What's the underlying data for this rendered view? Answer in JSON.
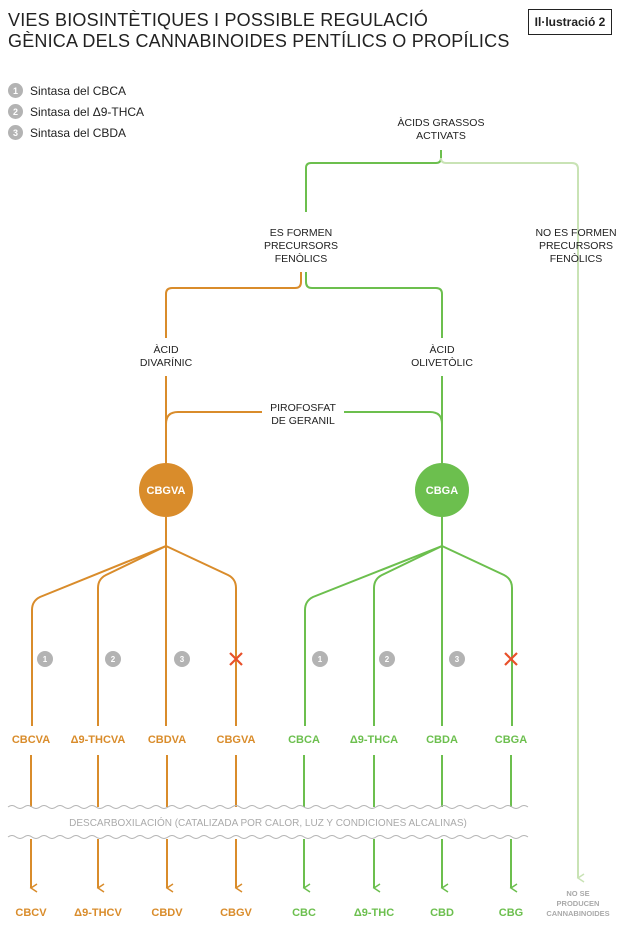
{
  "title_line1": "VIES BIOSINTÈTIQUES I POSSIBLE REGULACIÓ",
  "title_line2": "GÈNICA DELS CANNABINOIDES PENTÍLICS O PROPÍLICS",
  "badge": "Il·lustració 2",
  "legend": [
    {
      "num": "1",
      "label": "Sintasa del CBCA"
    },
    {
      "num": "2",
      "label": "Sintasa del Δ9-THCA"
    },
    {
      "num": "3",
      "label": "Sintasa del CBDA"
    }
  ],
  "colors": {
    "orange": "#d98c2b",
    "green": "#6cbf4e",
    "lightgreen": "#c9e3b5",
    "grey": "#b3b3b3",
    "cross": "#e8502a"
  },
  "nodes": {
    "fatty_acids": [
      "ÀCIDS GRASSOS",
      "ACTIVATS"
    ],
    "phenolic_yes": [
      "ES FORMEN",
      "PRECURSORS",
      "FENÒLICS"
    ],
    "phenolic_no": [
      "NO ES FORMEN",
      "PRECURSORS",
      "FENÒLICS"
    ],
    "divarinic": [
      "ÀCID",
      "DIVARÍNIC"
    ],
    "olivetolic": [
      "ÀCID",
      "OLIVETÒLIC"
    ],
    "geranyl": [
      "PIROFOSFAT",
      "DE GERANIL"
    ],
    "cbgva": "CBGVA",
    "cbga": "CBGA"
  },
  "enzyme_markers": [
    "1",
    "2",
    "3"
  ],
  "acids_propyl": [
    "CBCVA",
    "Δ9-THCVA",
    "CBDVA",
    "CBGVA"
  ],
  "acids_pentyl": [
    "CBCA",
    "Δ9-THCA",
    "CBDA",
    "CBGA"
  ],
  "decarboxylation": "DESCARBOXILACIÓN (CATALIZADA POR CALOR, LUZ Y CONDICIONES ALCALINAS)",
  "neutral_propyl": [
    "CBCV",
    "Δ9-THCV",
    "CBDV",
    "CBGV"
  ],
  "neutral_pentyl": [
    "CBC",
    "Δ9-THC",
    "CBD",
    "CBG"
  ],
  "no_cannabinoids": [
    "NO SE",
    "PRODUCEN",
    "CANNABINOIDES"
  ]
}
